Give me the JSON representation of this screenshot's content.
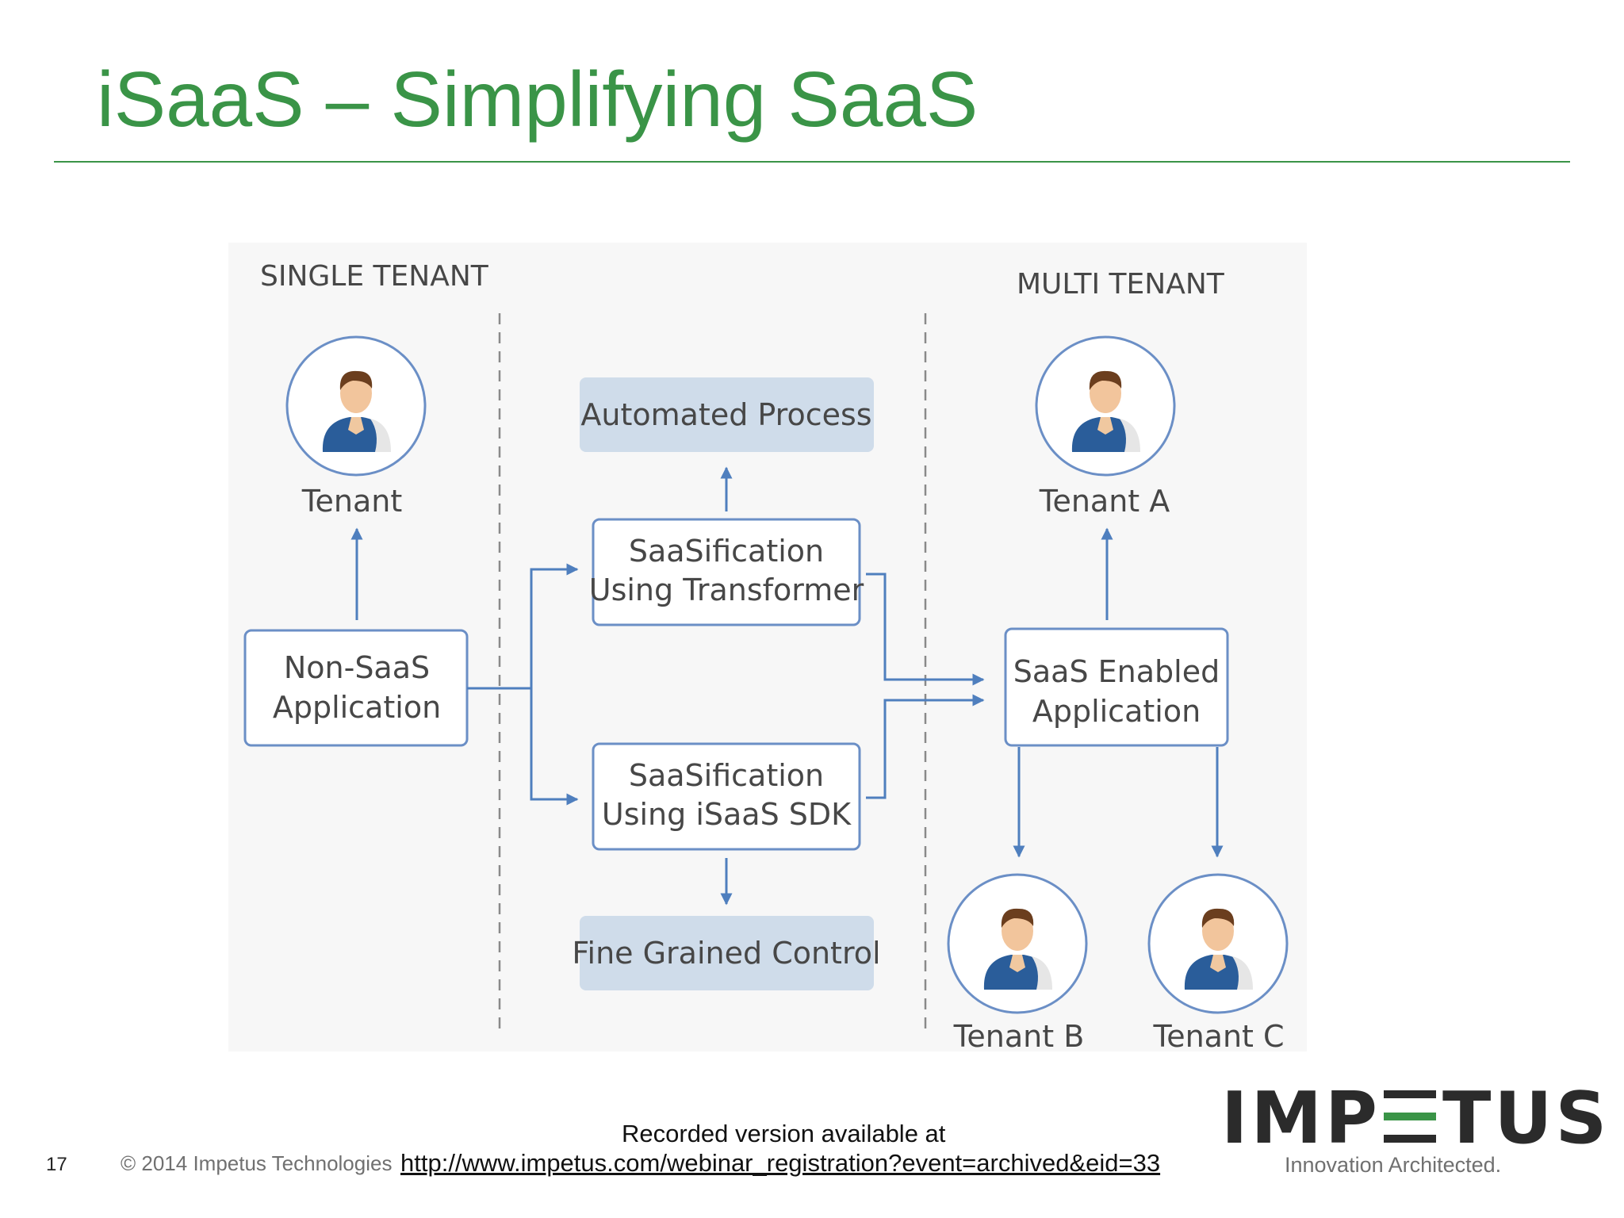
{
  "slide": {
    "title": "iSaaS – Simplifying SaaS",
    "page_number": "17",
    "copyright": "© 2014 Impetus Technologies",
    "recorded_label": "Recorded version available at",
    "url": "http://www.impetus.com/webinar_registration?event=archived&eid=33"
  },
  "logo": {
    "wordmark_pre": "IMP",
    "wordmark_post": "TUS",
    "tagline": "Innovation Architected."
  },
  "diagram": {
    "single_tenant_label": "SINGLE TENANT",
    "multi_tenant_label": "MULTI TENANT",
    "tenant": "Tenant",
    "tenant_a": "Tenant A",
    "tenant_b": "Tenant B",
    "tenant_c": "Tenant C",
    "non_saas_line1": "Non-SaaS",
    "non_saas_line2": "Application",
    "transformer_line1": "SaaSification",
    "transformer_line2": "Using Transformer",
    "sdk_line1": "SaaSification",
    "sdk_line2": "Using iSaaS SDK",
    "automated_process": "Automated Process",
    "fine_grained_control": "Fine Grained Control",
    "saas_enabled_line1": "SaaS Enabled",
    "saas_enabled_line2": "Application"
  },
  "colors": {
    "title_green": "#3a9447",
    "box_border": "#6b8fc6",
    "arrow_blue": "#4f7fbe",
    "shaded_box": "#cfdcea",
    "logo_green": "#3a9447"
  }
}
